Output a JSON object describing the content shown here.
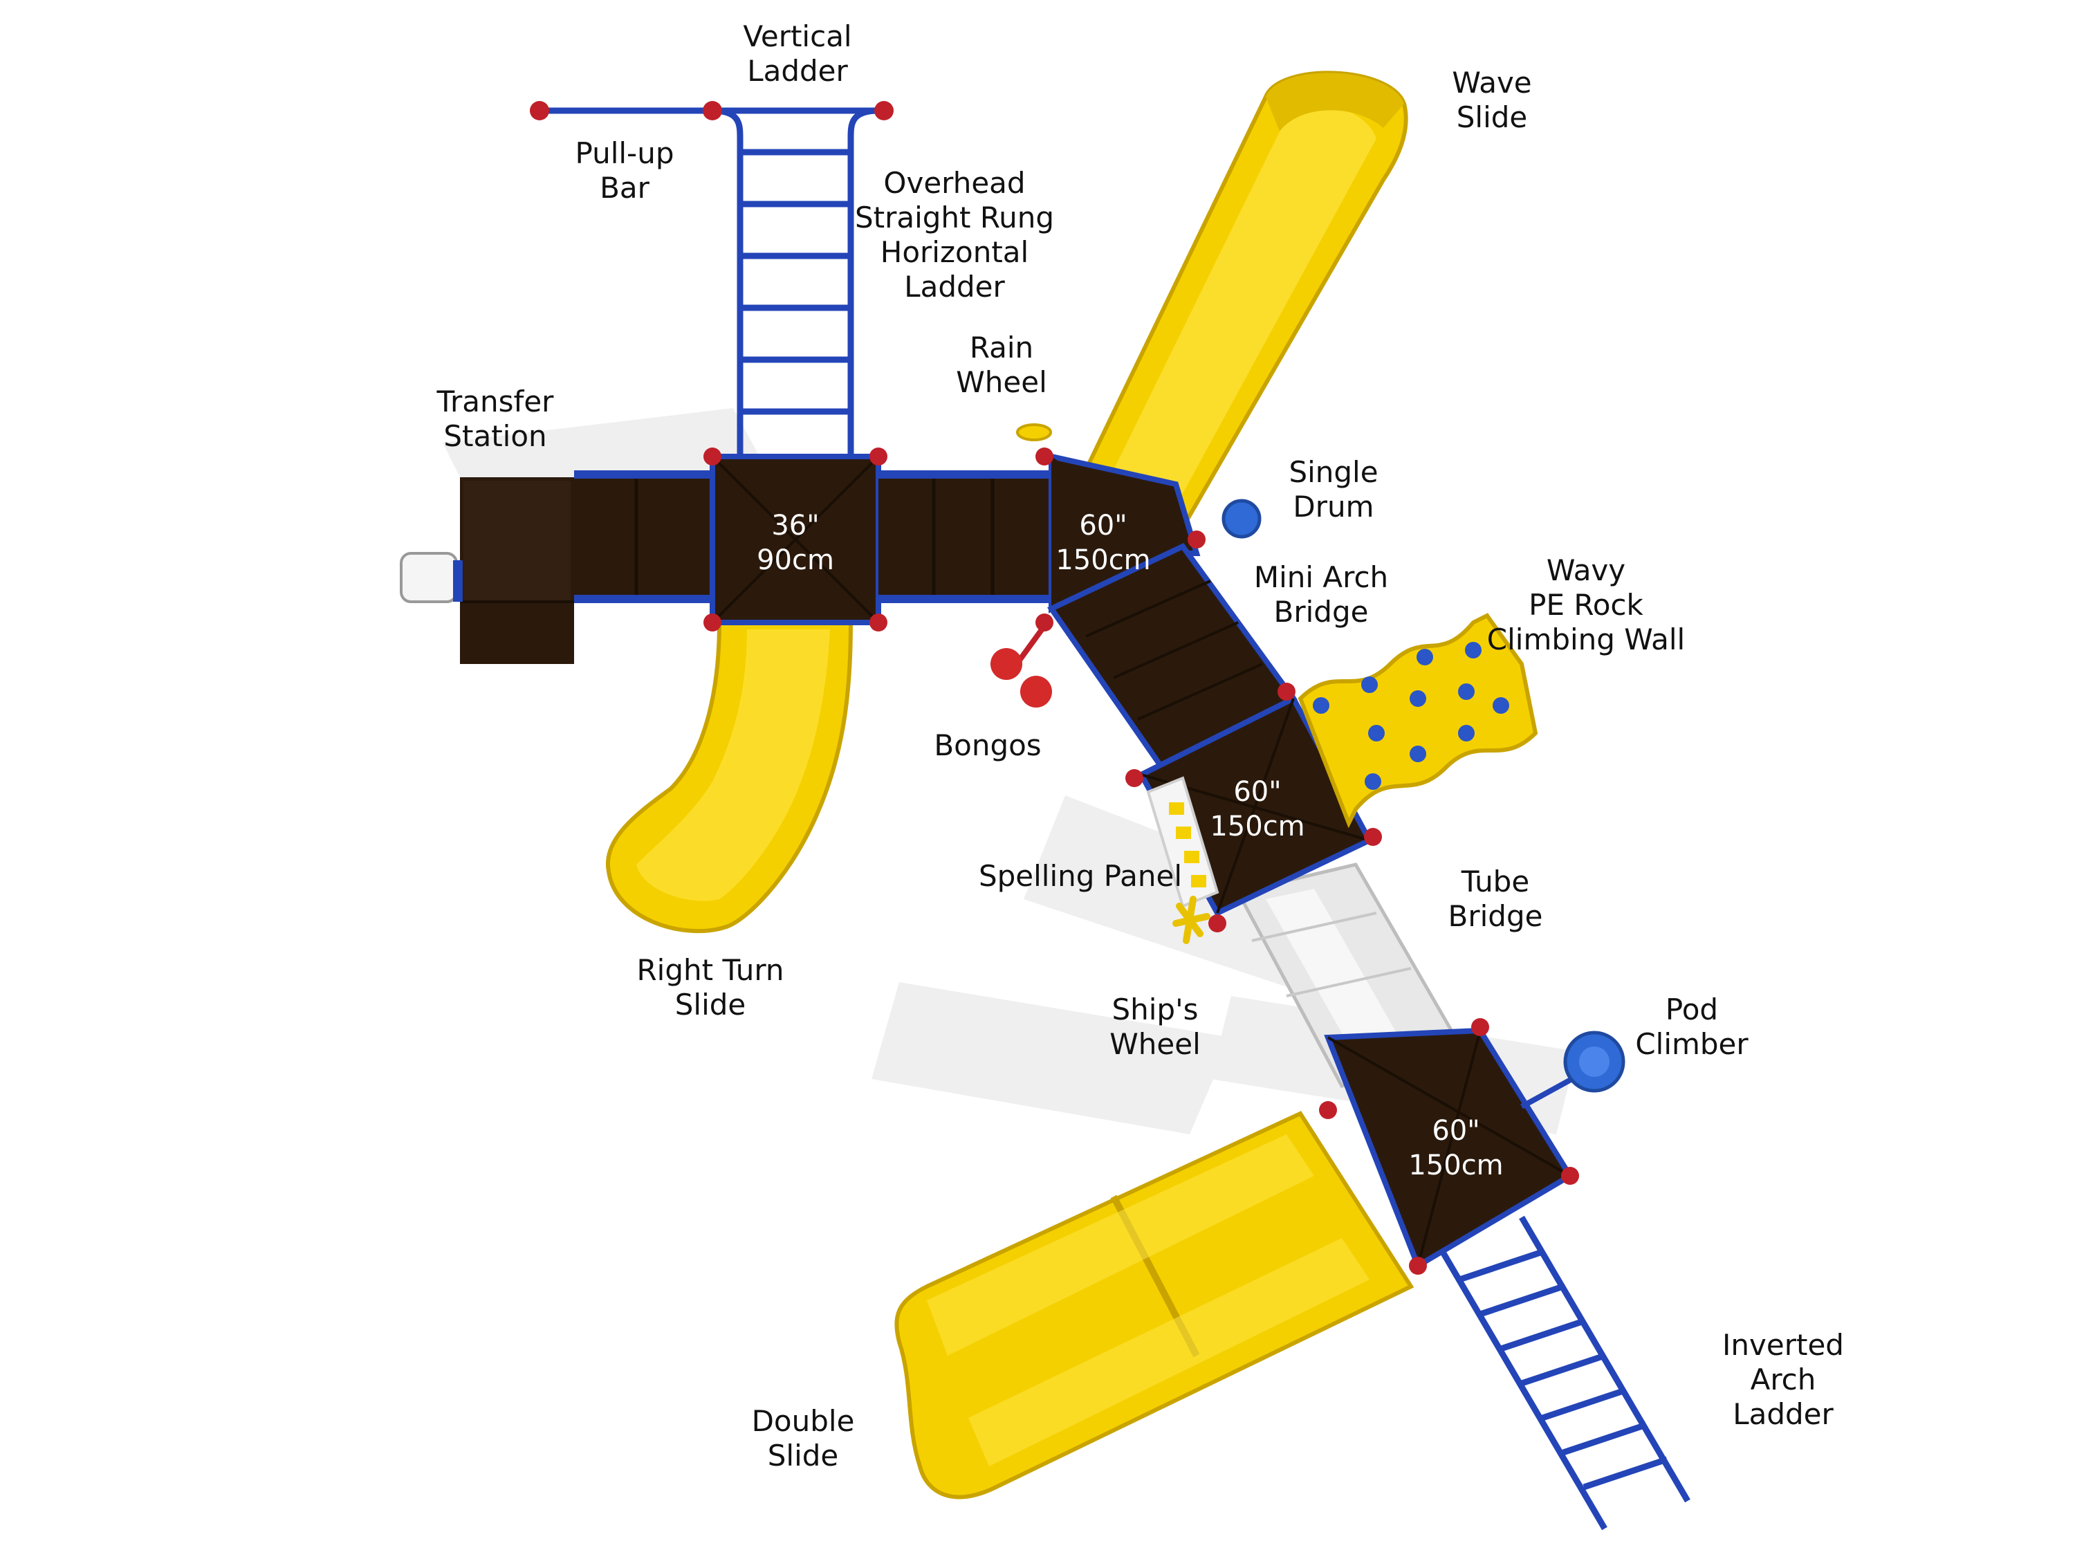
{
  "colors": {
    "deck": "#2b1a0c",
    "deck_dark": "#1a0f05",
    "frame": "#2445b8",
    "slide": "#f5d000",
    "slide_dark": "#c9a400",
    "slide_light": "#ffe74a",
    "clamp": "#c0202a",
    "tube": "#e8e8e8",
    "shadow": "#e6e6e6",
    "label_text": "#111111",
    "deck_text": "#ffffff"
  },
  "labels": {
    "vertical_ladder": "Vertical\nLadder",
    "wave_slide": "Wave\nSlide",
    "pullup_bar": "Pull-up\nBar",
    "overhead_ladder": "Overhead\nStraight Rung\nHorizontal\nLadder",
    "rain_wheel": "Rain\nWheel",
    "transfer_station": "Transfer\nStation",
    "single_drum": "Single\nDrum",
    "mini_arch_bridge": "Mini Arch\nBridge",
    "wavy_wall": "Wavy\nPE Rock\nClimbing Wall",
    "bongos": "Bongos",
    "spelling_panel": "Spelling Panel",
    "tube_bridge": "Tube\nBridge",
    "right_turn_slide": "Right Turn\nSlide",
    "ships_wheel": "Ship's\nWheel",
    "pod_climber": "Pod\nClimber",
    "inverted_arch_ladder": "Inverted\nArch\nLadder",
    "double_slide": "Double\nSlide"
  },
  "decks": {
    "deck_36": "36\"\n90cm",
    "deck_60_a": "60\"\n150cm",
    "deck_60_b": "60\"\n150cm",
    "deck_60_c": "60\"\n150cm"
  }
}
